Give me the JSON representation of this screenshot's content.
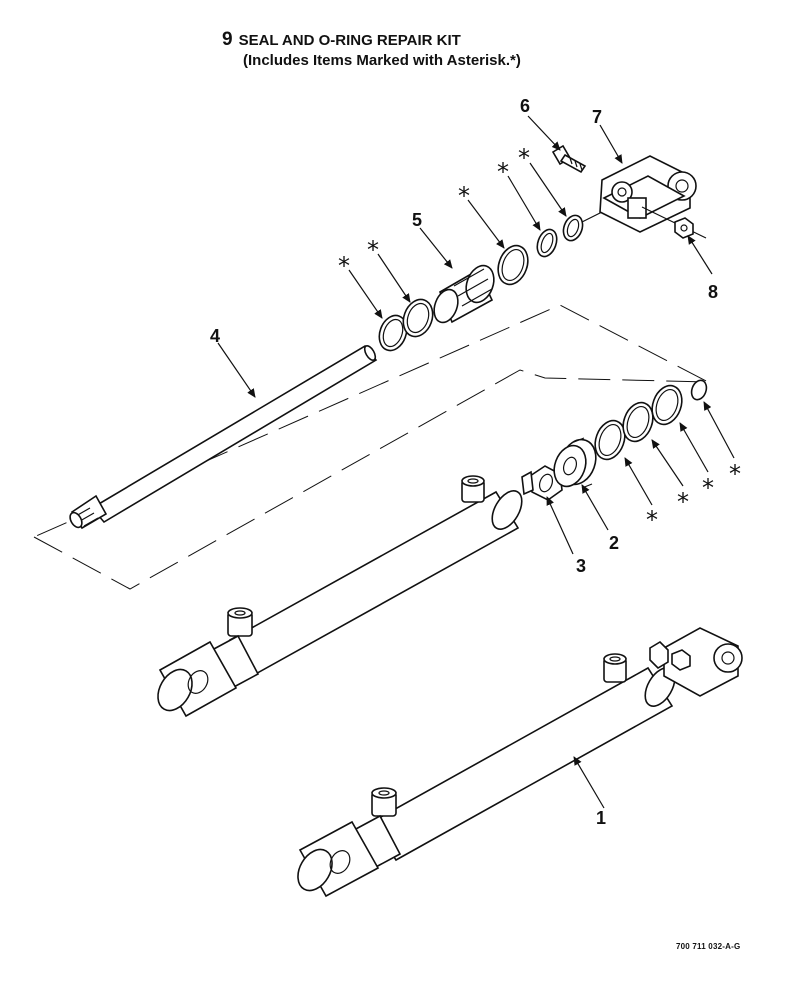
{
  "heading": {
    "item_number": "9",
    "title": "SEAL AND O-RING REPAIR KIT",
    "subtitle": "(Includes Items Marked with Asterisk.*)"
  },
  "callouts": [
    {
      "id": "1",
      "label": "1"
    },
    {
      "id": "2",
      "label": "2"
    },
    {
      "id": "3",
      "label": "3"
    },
    {
      "id": "4",
      "label": "4"
    },
    {
      "id": "5",
      "label": "5"
    },
    {
      "id": "6",
      "label": "6"
    },
    {
      "id": "7",
      "label": "7"
    },
    {
      "id": "8",
      "label": "8"
    }
  ],
  "asterisk": "*",
  "drawing_code": "700 711 032-A-G"
}
